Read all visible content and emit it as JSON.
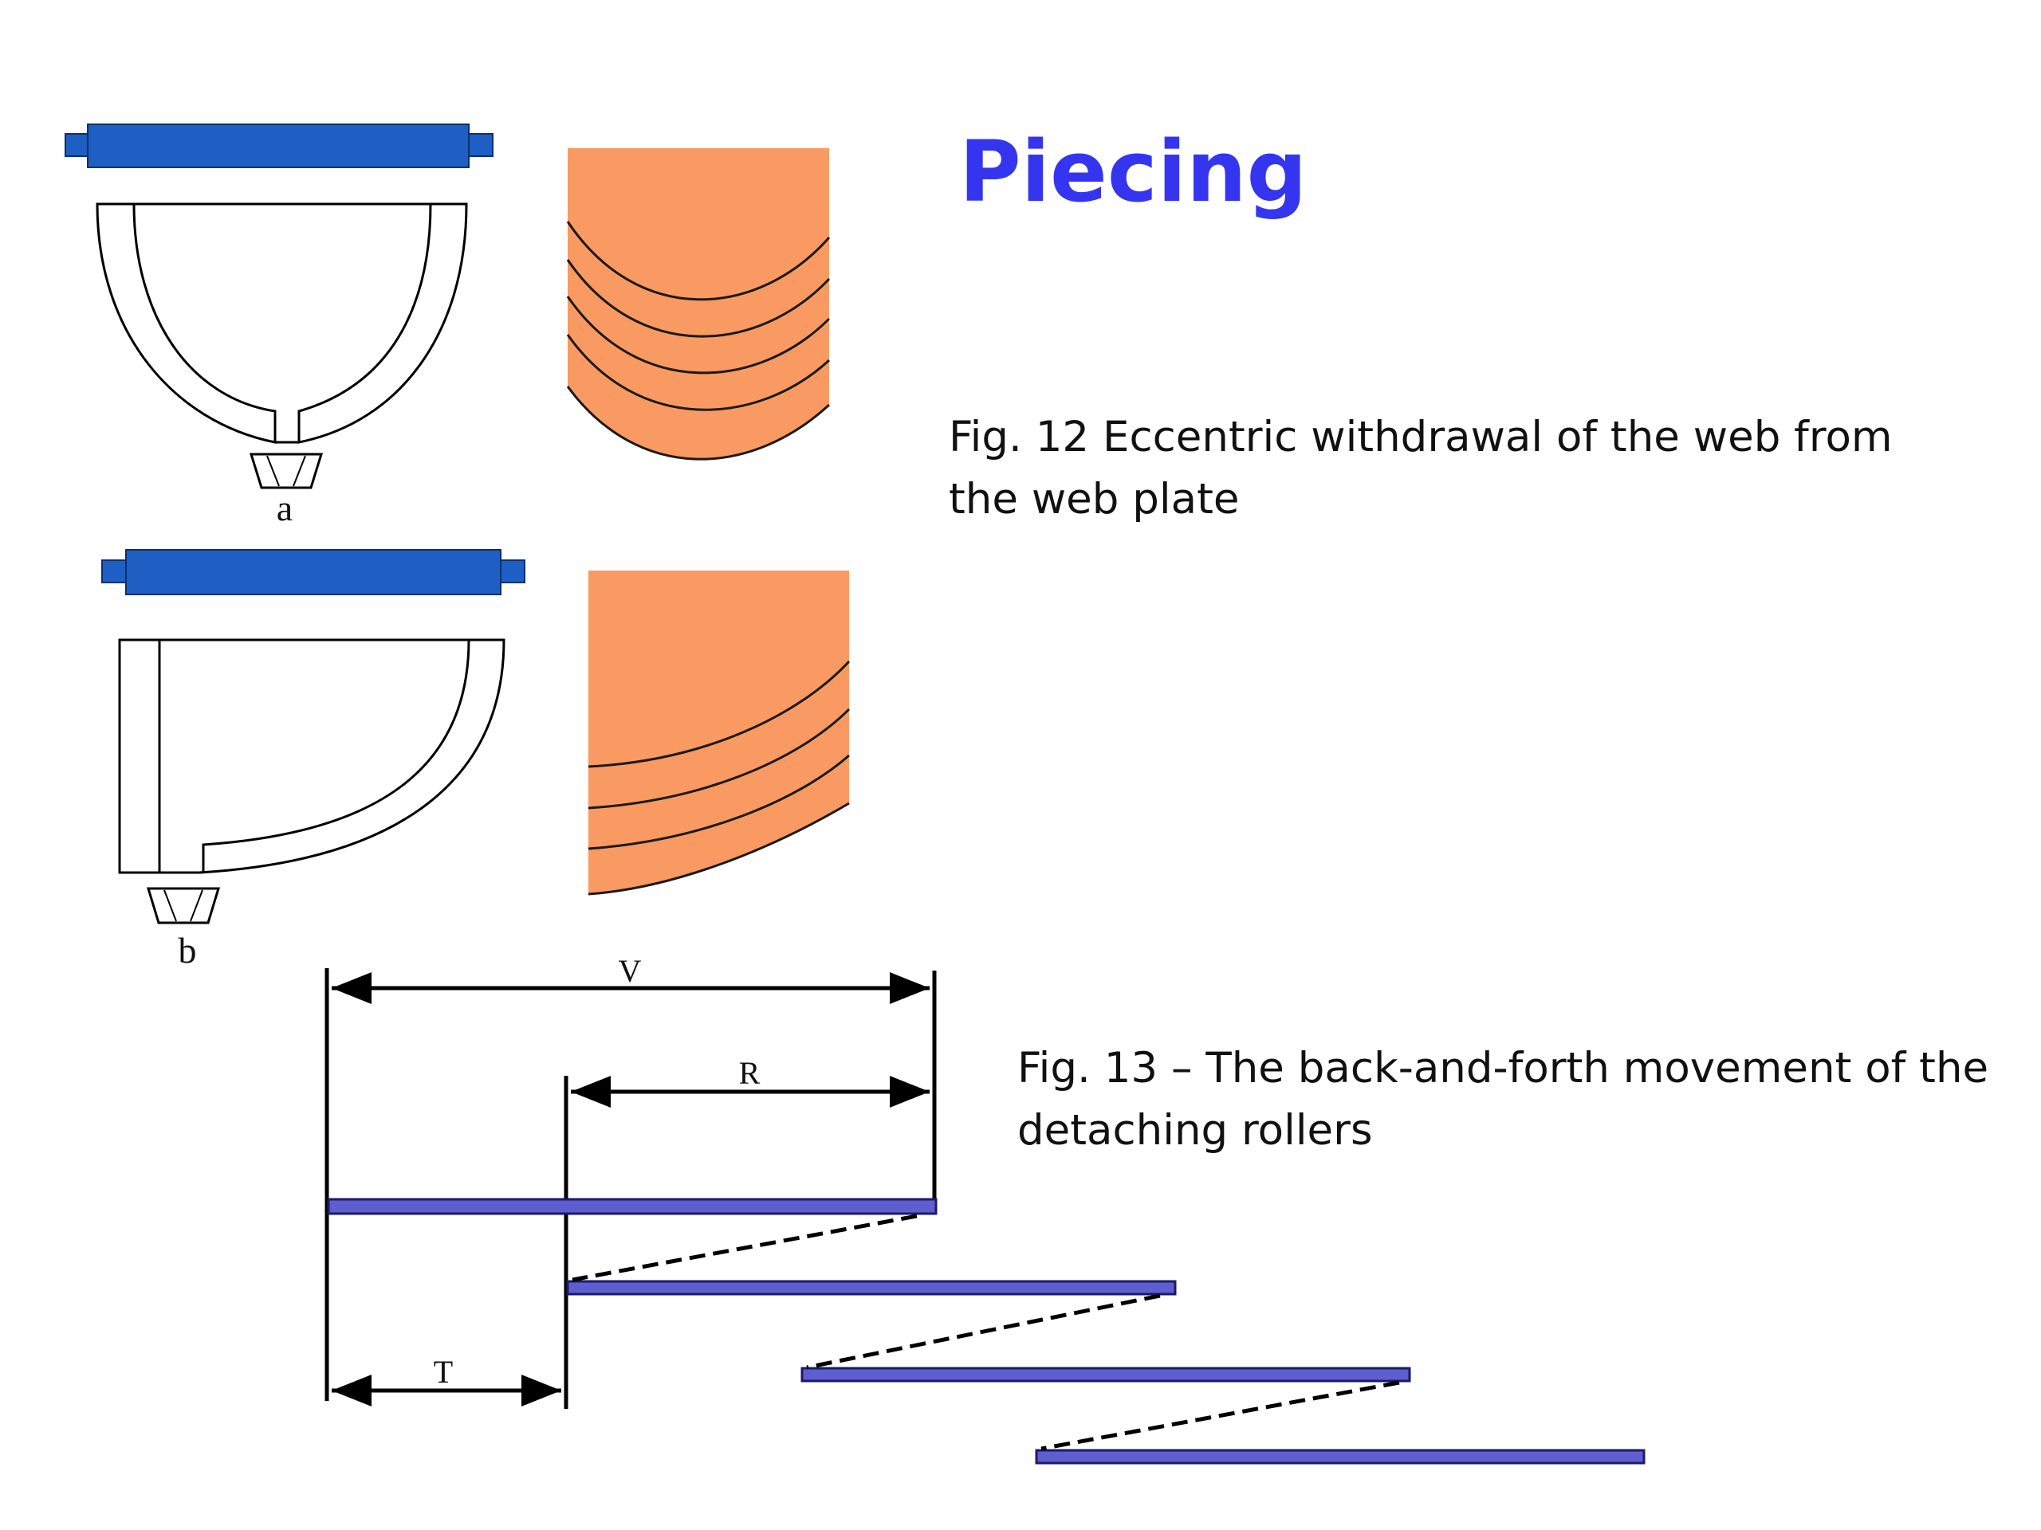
{
  "title": "Piecing",
  "fig12": {
    "caption": "Fig. 12 Eccentric withdrawal of the web from the web plate",
    "label_a": "a",
    "label_b": "b"
  },
  "fig13": {
    "caption": "Fig. 13 – The back-and-forth movement of the detaching rollers",
    "label_v": "V",
    "label_r": "R",
    "label_t": "T"
  },
  "colors": {
    "roller": "#1d5fc3",
    "web": "#f99a63",
    "title": "#3535f0",
    "strip": "#5e5ed0"
  },
  "icons": {
    "roller": "detaching-roller-icon",
    "trumpet": "trumpet-icon",
    "web_plate": "web-plate-icon"
  }
}
